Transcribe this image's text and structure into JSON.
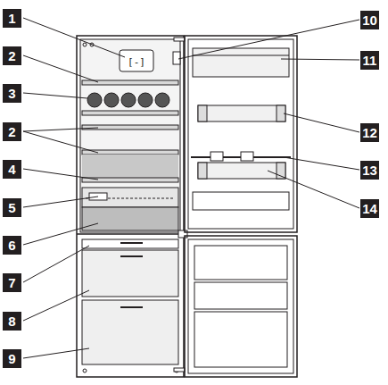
{
  "diagram": {
    "labels": [
      "1",
      "2",
      "3",
      "2",
      "4",
      "5",
      "6",
      "7",
      "8",
      "9",
      "10",
      "11",
      "12",
      "13",
      "14"
    ]
  }
}
